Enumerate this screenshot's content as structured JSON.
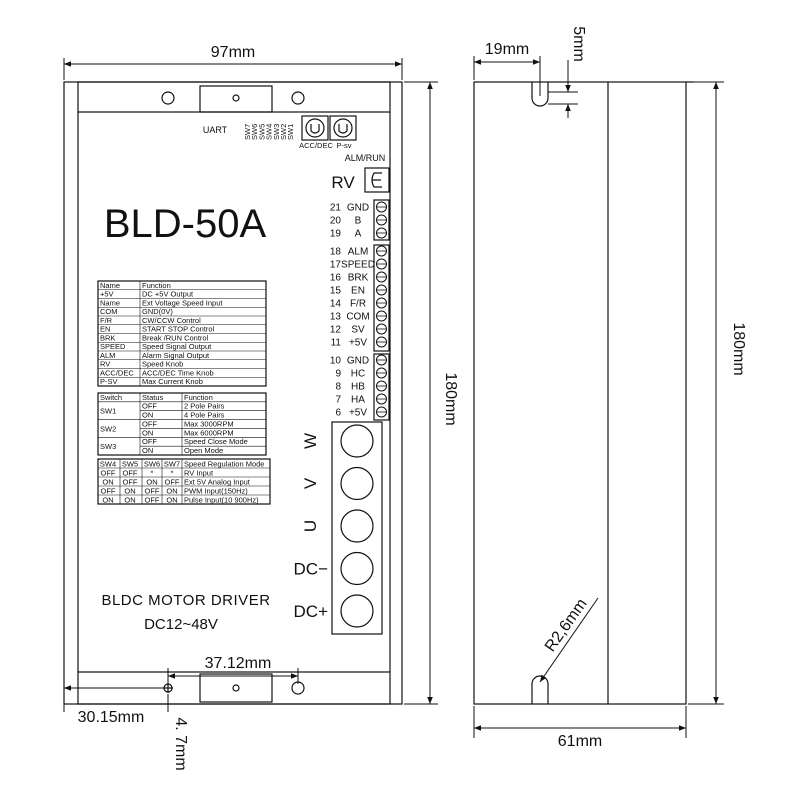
{
  "front": {
    "width_label": "97mm",
    "height_label": "180mm",
    "uart_label": "UART",
    "sw_labels": [
      "SW7",
      "SW6",
      "SW5",
      "SW4",
      "SW3",
      "SW2",
      "SW1"
    ],
    "pot1_label": "ACC/DEC",
    "pot2_label": "P-sv",
    "alm_run_label": "ALM/RUN",
    "rv_label": "RV",
    "model": "BLD-50A",
    "pins_group1": [
      {
        "num": "21",
        "name": "GND"
      },
      {
        "num": "20",
        "name": "B"
      },
      {
        "num": "19",
        "name": "A"
      }
    ],
    "pins_group2": [
      {
        "num": "18",
        "name": "ALM"
      },
      {
        "num": "17",
        "name": "SPEED"
      },
      {
        "num": "16",
        "name": "BRK"
      },
      {
        "num": "15",
        "name": "EN"
      },
      {
        "num": "14",
        "name": "F/R"
      },
      {
        "num": "13",
        "name": "COM"
      },
      {
        "num": "12",
        "name": "SV"
      },
      {
        "num": "11",
        "name": "+5V"
      }
    ],
    "pins_group3": [
      {
        "num": "10",
        "name": "GND"
      },
      {
        "num": "9",
        "name": "HC"
      },
      {
        "num": "8",
        "name": "HB"
      },
      {
        "num": "7",
        "name": "HA"
      },
      {
        "num": "6",
        "name": "+5V"
      }
    ],
    "table1": [
      [
        "Name",
        "Function"
      ],
      [
        "+5V",
        "DC +5V Output"
      ],
      [
        "Name",
        "Ext Voltage Speed Input"
      ],
      [
        "COM",
        "GND(0V)"
      ],
      [
        "F/R",
        "CW/CCW Control"
      ],
      [
        "EN",
        "START STOP Control"
      ],
      [
        "BRK",
        "Break /RUN Control"
      ],
      [
        "SPEED",
        "Speed Signal Output"
      ],
      [
        "ALM",
        "Alarm Signal Output"
      ],
      [
        "RV",
        "Speed Knob"
      ],
      [
        "ACC/DEC",
        "ACC/DEC Time Knob"
      ],
      [
        "P-SV",
        "Max Current Knob"
      ]
    ],
    "table2_header": [
      "Switch",
      "Status",
      "Function"
    ],
    "table2_rows": [
      {
        "sw": "SW1",
        "items": [
          [
            "OFF",
            "2 Pole Pairs"
          ],
          [
            "ON",
            "4 Pole Pairs"
          ]
        ]
      },
      {
        "sw": "SW2",
        "items": [
          [
            "OFF",
            "Max 3000RPM"
          ],
          [
            "ON",
            "Max 6000RPM"
          ]
        ]
      },
      {
        "sw": "SW3",
        "items": [
          [
            "OFF",
            "Speed Close Mode"
          ],
          [
            "ON",
            "Open Mode"
          ]
        ]
      }
    ],
    "table3": [
      [
        "SW4",
        "SW5",
        "SW6",
        "SW7",
        "Speed Regulation Mode"
      ],
      [
        "OFF",
        "OFF",
        "*",
        "*",
        "RV Input"
      ],
      [
        "ON",
        "OFF",
        "ON",
        "OFF",
        "Ext 5V Analog Input"
      ],
      [
        "OFF",
        "ON",
        "OFF",
        "ON",
        "PWM Input(150Hz)"
      ],
      [
        "ON",
        "ON",
        "OFF",
        "ON",
        "Pulse Input(10 900Hz)"
      ]
    ],
    "power_terminals": [
      "W",
      "V",
      "U",
      "DC−",
      "DC+"
    ],
    "subtitle": "BLDC MOTOR DRIVER",
    "voltage": "DC12~48V",
    "hole_spacing_label": "37.12mm",
    "left_offset_label": "30.15mm",
    "hole_offset_label": "4. 7mm"
  },
  "side": {
    "top_offset_label": "19mm",
    "slot_label": "5mm",
    "height_label": "180mm",
    "radius_label": "R2,6mm",
    "width_label": "61mm"
  }
}
